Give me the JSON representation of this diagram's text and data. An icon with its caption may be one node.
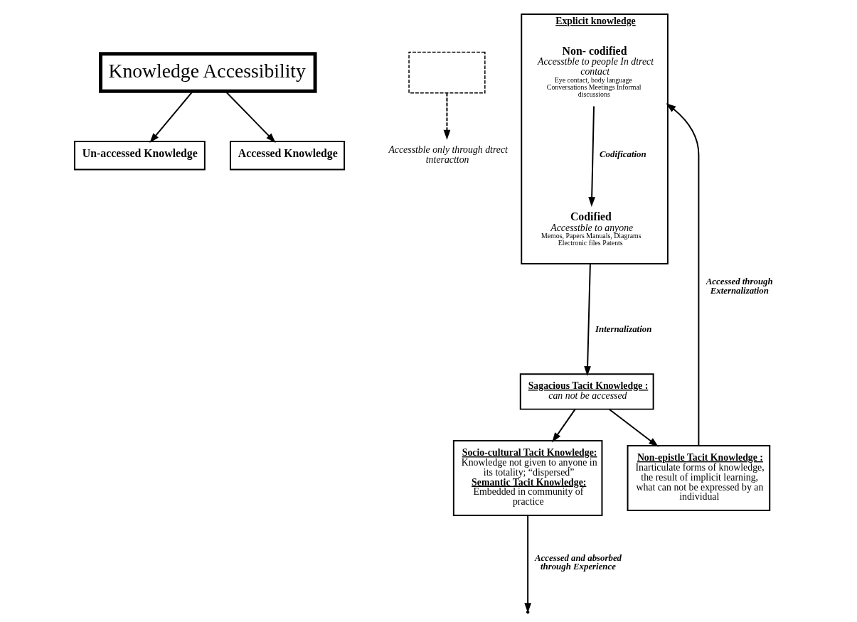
{
  "diagram": {
    "nodes": [
      {
        "text": [
          "Knowledge Accessibility"
        ]
      },
      {
        "text": [
          "Un-accessed Knowledge"
        ]
      },
      {
        "text": [
          "Accessed Knowledge"
        ]
      },
      {
        "text": [],
        "shape": "box"
      },
      {
        "text": [
          "Sagacious Tacit Knowledge :",
          "can not be accessed"
        ]
      },
      {
        "text": [
          "Non-epistle Tacit Knowledge :",
          "Inarticulate forms of knowledge, the result of implicit learning, what can not be expressed by an individual"
        ]
      },
      {
        "text": [
          "Socio-cultural Tacit Knowledge:",
          "Knowledge not given to anyone in its totality; “dispersed”",
          "Semantic Tacit Knowledge:",
          "Embedded in community of practice"
        ]
      },
      {
        "text": [
          "Explicit knowledge"
        ]
      },
      {
        "text": [
          "Non- codified",
          "Accesstble to people In dtrect contact",
          "Eye contact, body language Conversations Meetings Informal discussions"
        ],
        "in": 7
      },
      {
        "text": [
          "Codified",
          "Accesstble to anyone",
          "Memos, Papers Manuals, Diagrams Electronic files Patents"
        ],
        "in": 7
      },
      {
        "text": [
          "Accesstble only through dtrect tnteractton"
        ]
      }
    ],
    "edges": [
      {
        "from": 0,
        "to": 1,
        "arrow": "to"
      },
      {
        "from": 0,
        "to": 2,
        "arrow": "to"
      },
      {
        "from": 4,
        "to": 5,
        "arrow": "to"
      },
      {
        "from": 4,
        "to": 6,
        "arrow": "to"
      },
      {
        "from": 5,
        "to": 7,
        "arrow": "to",
        "label": "Accessed through Externalization"
      },
      {
        "from": 8,
        "to": 9,
        "arrow": "to",
        "label": "Codification"
      },
      {
        "from": 6,
        "to": null,
        "arrow": "to",
        "label": "Accessed and absorbed through Experience"
      },
      {
        "from": 7,
        "to": 4,
        "arrow": "to",
        "label": "Internalization"
      },
      {
        "from": 3,
        "to": 10,
        "arrow": "to",
        "style": "dashed"
      }
    ]
  }
}
